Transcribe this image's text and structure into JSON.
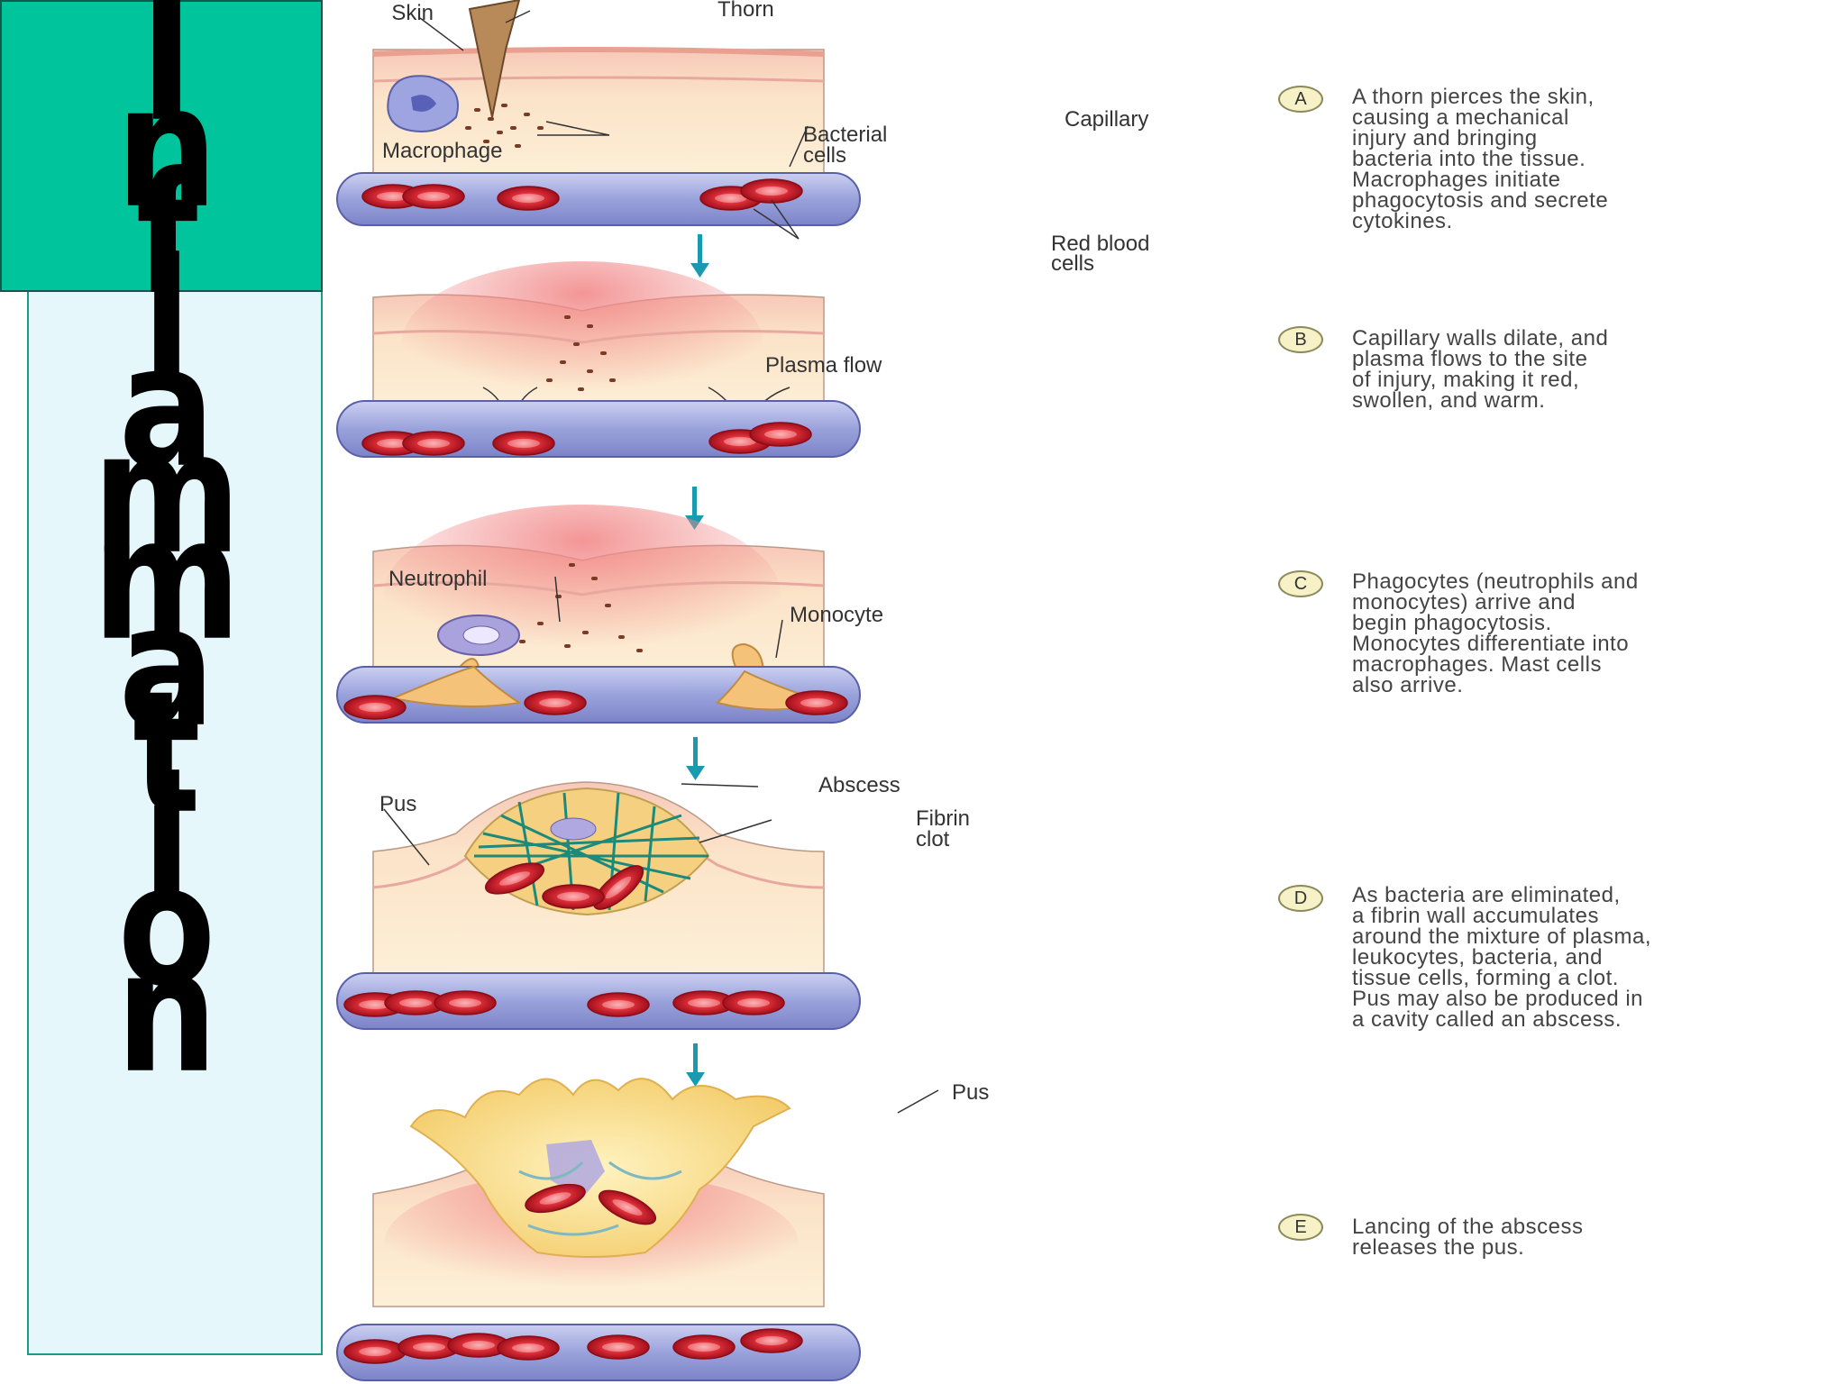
{
  "title": "Inflammation",
  "title_letters": [
    "I",
    "n",
    "f",
    "l",
    "a",
    "m",
    "m",
    "a",
    "t",
    "i",
    "o",
    "n"
  ],
  "colors": {
    "title_bg": "#00c49b",
    "panel_bg": "#e6f7fb",
    "arrow": "#1a9ab0",
    "rbc": "#d0202e"
  },
  "labels": {
    "skin": "Skin",
    "thorn": "Thorn",
    "macrophage": "Macrophage",
    "bacterial_1": "Bacterial",
    "bacterial_2": "cells",
    "capillary": "Capillary",
    "rbc_1": "Red blood",
    "rbc_2": "cells",
    "plasma_flow": "Plasma flow",
    "neutrophil": "Neutrophil",
    "monocyte": "Monocyte",
    "abscess": "Abscess",
    "fibrin_1": "Fibrin",
    "fibrin_2": "clot",
    "pus_d": "Pus",
    "pus_e": "Pus"
  },
  "steps": [
    {
      "letter": "A",
      "lines": [
        "A thorn pierces the skin,",
        "causing a mechanical",
        "injury and bringing",
        "bacteria into the tissue.",
        "Macrophages initiate",
        "phagocytosis and secrete",
        "cytokines."
      ]
    },
    {
      "letter": "B",
      "lines": [
        "Capillary walls dilate, and",
        "plasma flows to the site",
        "of injury, making it red,",
        "swollen, and warm."
      ]
    },
    {
      "letter": "C",
      "lines": [
        "Phagocytes (neutrophils and",
        "monocytes) arrive and",
        "begin phagocytosis.",
        "Monocytes differentiate into",
        "macrophages. Mast cells",
        "also arrive."
      ]
    },
    {
      "letter": "D",
      "lines": [
        "As bacteria are eliminated,",
        "a fibrin wall accumulates",
        "around the mixture of plasma,",
        "leukocytes, bacteria, and",
        "tissue cells, forming a clot.",
        "Pus may also be produced in",
        "a cavity called an abscess."
      ]
    },
    {
      "letter": "E",
      "lines": [
        "Lancing of the abscess",
        "releases the pus."
      ]
    }
  ]
}
